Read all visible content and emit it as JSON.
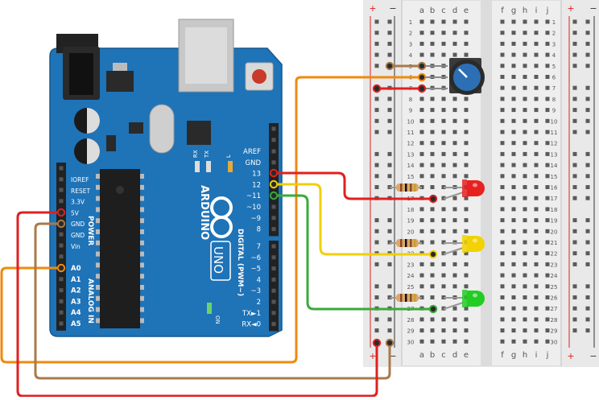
{
  "arduino": {
    "brand": "ARDUINO",
    "model": "UNO",
    "on_label": "ON",
    "power_header_title": "POWER",
    "analog_header_title": "ANALOG IN",
    "digital_header_title": "DIGITAL (PWM~)",
    "chip_label": "",
    "power_pins": [
      "IOREF",
      "RESET",
      "3.3V",
      "5V",
      "GND",
      "GND",
      "Vin"
    ],
    "analog_pins": [
      "A0",
      "A1",
      "A2",
      "A3",
      "A4",
      "A5"
    ],
    "digital_top_pins": [
      "AREF",
      "GND",
      "13",
      "12",
      "~11",
      "~10",
      "~9",
      "8"
    ],
    "digital_bottom_pins": [
      "7",
      "~6",
      "~5",
      "4",
      "~3",
      "2",
      "TX►1",
      "RX◄0"
    ],
    "led_labels": [
      "RX",
      "TX",
      "L"
    ]
  },
  "breadboard": {
    "columns_left": [
      "a",
      "b",
      "c",
      "d",
      "e"
    ],
    "columns_right": [
      "f",
      "g",
      "h",
      "i",
      "j"
    ],
    "row_count": 30,
    "rail_plus": "+",
    "rail_minus": "−"
  },
  "colors": {
    "board": "#1f73b7",
    "breadboard": "#eeeeee",
    "wire_red": "#e02020",
    "wire_orange": "#ef8a0e",
    "wire_brown": "#a97a4a",
    "wire_yellow": "#f0d000",
    "wire_green": "#3aaa3a",
    "led_red": "#e82020",
    "led_yellow": "#f2d200",
    "led_green": "#22cc22",
    "pot_knob": "#2d6fb4"
  },
  "components": [
    "potentiometer",
    "resistor",
    "red-led",
    "yellow-led",
    "green-led"
  ]
}
